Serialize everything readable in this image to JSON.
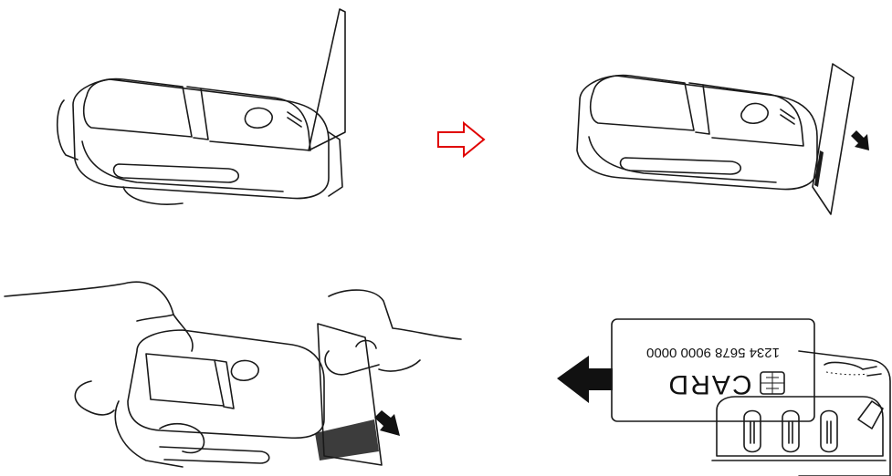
{
  "colors": {
    "background": "#ffffff",
    "line": "#1a1a1a",
    "arrow_red": "#e00000",
    "arrow_black": "#111111"
  },
  "steps": [
    {
      "name": "insert-card",
      "description_icon": "printer-with-card-upright"
    },
    {
      "name": "swipe-card",
      "description_icon": "printer-with-card-swiping"
    },
    {
      "name": "hand-swipe",
      "description_icon": "hands-swiping-card"
    },
    {
      "name": "card-closeup",
      "description_icon": "card-in-slot-closeup"
    }
  ],
  "card": {
    "number": "1234 5678 9000 0000",
    "label": "CARD"
  },
  "icons": {
    "step_arrow": "red-outline-right-arrow-icon",
    "direction_arrow": "black-arrow-icon"
  }
}
